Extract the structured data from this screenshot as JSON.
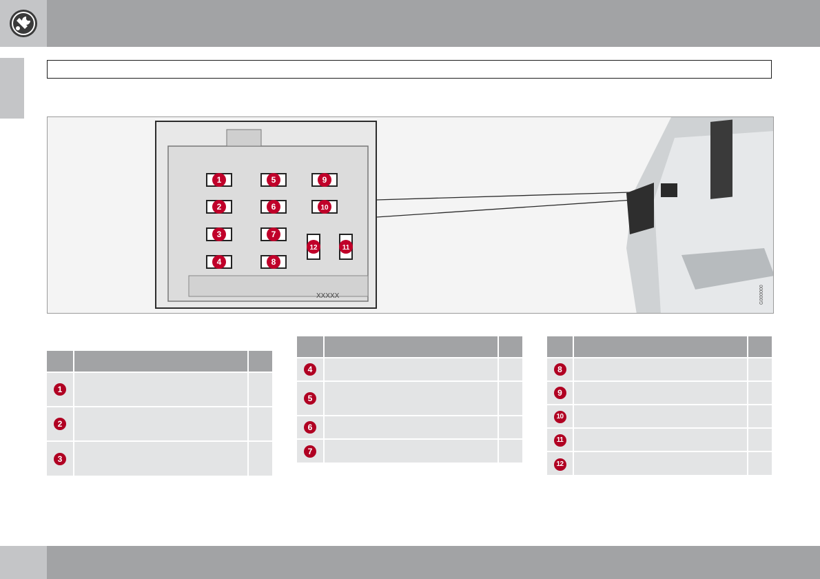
{
  "header": {
    "icon": "wrench-icon"
  },
  "figure": {
    "image_code": "G000000",
    "part_label": "XXXXX",
    "fuse_numbers_left": [
      "1",
      "2",
      "3",
      "4"
    ],
    "fuse_numbers_middle": [
      "5",
      "6",
      "7",
      "8"
    ],
    "fuse_numbers_right": [
      "9",
      "10"
    ],
    "fuse_numbers_bottom_right": [
      "12",
      "11"
    ],
    "colors": {
      "callout": "#c0002a",
      "bar": "#a2a3a5",
      "tab": "#c4c5c7"
    }
  },
  "tables": {
    "left": {
      "rows": [
        "1",
        "2",
        "3"
      ]
    },
    "middle": {
      "rows": [
        "4",
        "5",
        "6",
        "7"
      ]
    },
    "right": {
      "rows": [
        "8",
        "9",
        "10",
        "11",
        "12"
      ]
    }
  }
}
